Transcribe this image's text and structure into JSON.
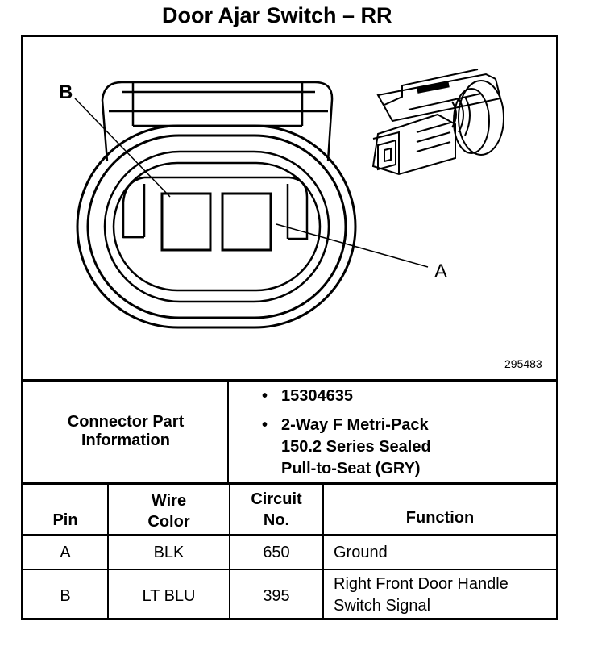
{
  "title": "Door Ajar Switch – RR",
  "diagram": {
    "callout_a": "A",
    "callout_b": "B",
    "figure_number": "295483"
  },
  "connector_info": {
    "label_line1": "Connector Part",
    "label_line2": "Information",
    "part_number": "15304635",
    "desc_line1": "2-Way F Metri-Pack",
    "desc_line2": "150.2 Series Sealed",
    "desc_line3": "Pull-to-Seat (GRY)"
  },
  "table": {
    "headers": {
      "pin": "Pin",
      "wire_color_1": "Wire",
      "wire_color_2": "Color",
      "circuit_1": "Circuit",
      "circuit_2": "No.",
      "function": "Function"
    },
    "rows": [
      {
        "pin": "A",
        "wire_color": "BLK",
        "circuit": "650",
        "function_1": "Ground",
        "function_2": ""
      },
      {
        "pin": "B",
        "wire_color": "LT BLU",
        "circuit": "395",
        "function_1": "Right Front Door Handle",
        "function_2": "Switch Signal"
      }
    ]
  }
}
